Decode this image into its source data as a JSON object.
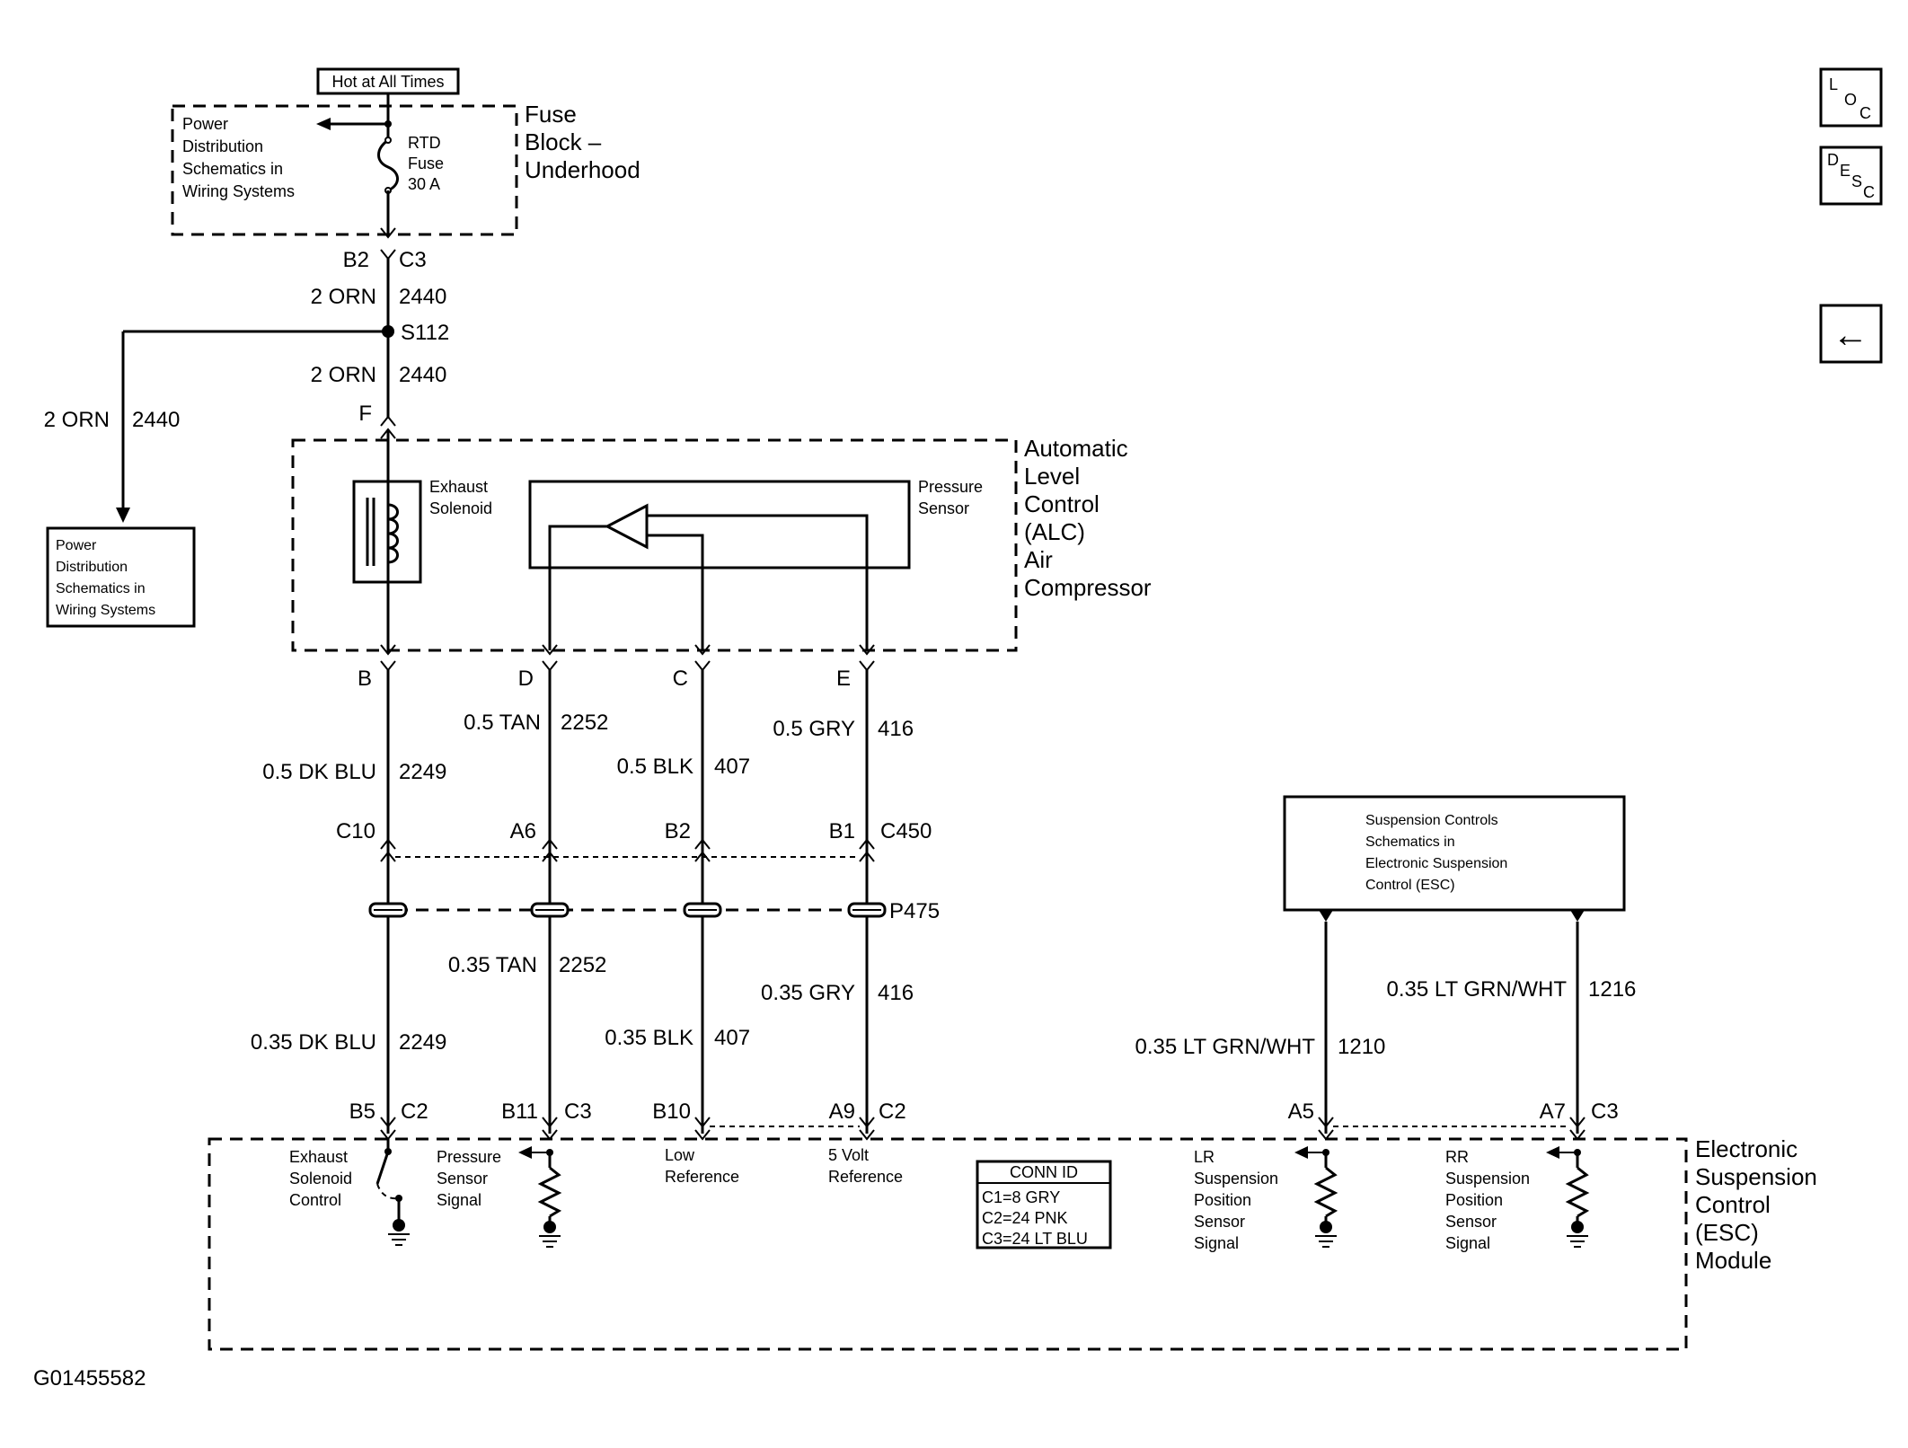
{
  "labels": {
    "hot": "Hot at All Times",
    "pd_small": [
      "Power",
      "Distribution",
      "Schematics in",
      "Wiring Systems"
    ],
    "pd_box": [
      "Power",
      "Distribution",
      "Schematics in",
      "Wiring Systems"
    ],
    "rtd": [
      "RTD",
      "Fuse",
      "30 A"
    ],
    "fuse_block": [
      "Fuse",
      "Block –",
      "Underhood"
    ],
    "b2": "B2",
    "c3": "C3",
    "orn1": "2 ORN",
    "c2440_1": "2440",
    "s112": "S112",
    "orn2": "2 ORN",
    "c2440_2": "2440",
    "orn_left": "2 ORN",
    "c2440_left": "2440",
    "f": "F",
    "alc": [
      "Automatic",
      "Level",
      "Control",
      "(ALC)",
      "Air",
      "Compressor"
    ],
    "exhaust_sol": [
      "Exhaust",
      "Solenoid"
    ],
    "press_sensor": [
      "Pressure",
      "Sensor"
    ],
    "pin_b": "B",
    "pin_d": "D",
    "pin_c": "C",
    "pin_e": "E",
    "w_tan": "0.5 TAN",
    "c2252a": "2252",
    "w_dkblu": "0.5 DK BLU",
    "c2249a": "2249",
    "w_blk": "0.5 BLK",
    "c407a": "407",
    "w_gry": "0.5 GRY",
    "c416a": "416",
    "c10": "C10",
    "a6": "A6",
    "b2b": "B2",
    "b1": "B1",
    "c450": "C450",
    "p475": "P475",
    "w_tan2": "0.35 TAN",
    "c2252b": "2252",
    "w_dkblu2": "0.35 DK BLU",
    "c2249b": "2249",
    "w_blk2": "0.35 BLK",
    "c407b": "407",
    "w_gry2": "0.35 GRY",
    "c416b": "416",
    "susp": [
      "Suspension Controls",
      "Schematics in",
      "Electronic Suspension",
      "Control (ESC)"
    ],
    "w_lgw1": "0.35 LT GRN/WHT",
    "c1216": "1216",
    "w_lgw2": "0.35 LT GRN/WHT",
    "c1210": "1210",
    "b5": "B5",
    "c2a": "C2",
    "b11": "B11",
    "c3a": "C3",
    "b10": "B10",
    "a9": "A9",
    "c2b": "C2",
    "a5": "A5",
    "a7": "A7",
    "c3b": "C3",
    "esc": [
      "Electronic",
      "Suspension",
      "Control",
      "(ESC)",
      "Module"
    ],
    "ex_ctrl": [
      "Exhaust",
      "Solenoid",
      "Control"
    ],
    "ps_sig": [
      "Pressure",
      "Sensor",
      "Signal"
    ],
    "low_ref": [
      "Low",
      "Reference"
    ],
    "five_ref": [
      "5 Volt",
      "Reference"
    ],
    "conn_title": "CONN ID",
    "conn": [
      "C1=8 GRY",
      "C2=24 PNK",
      "C3=24 LT BLU"
    ],
    "lr": [
      "LR",
      "Suspension",
      "Position",
      "Sensor",
      "Signal"
    ],
    "rr": [
      "RR",
      "Suspension",
      "Position",
      "Sensor",
      "Signal"
    ],
    "fig_id": "G01455582"
  },
  "nav": {
    "loc": {
      "a": "L",
      "b": "O",
      "c": "C"
    },
    "desc": {
      "a": "D",
      "b": "E",
      "c": "S",
      "d": "C"
    },
    "back_glyph": "←"
  }
}
